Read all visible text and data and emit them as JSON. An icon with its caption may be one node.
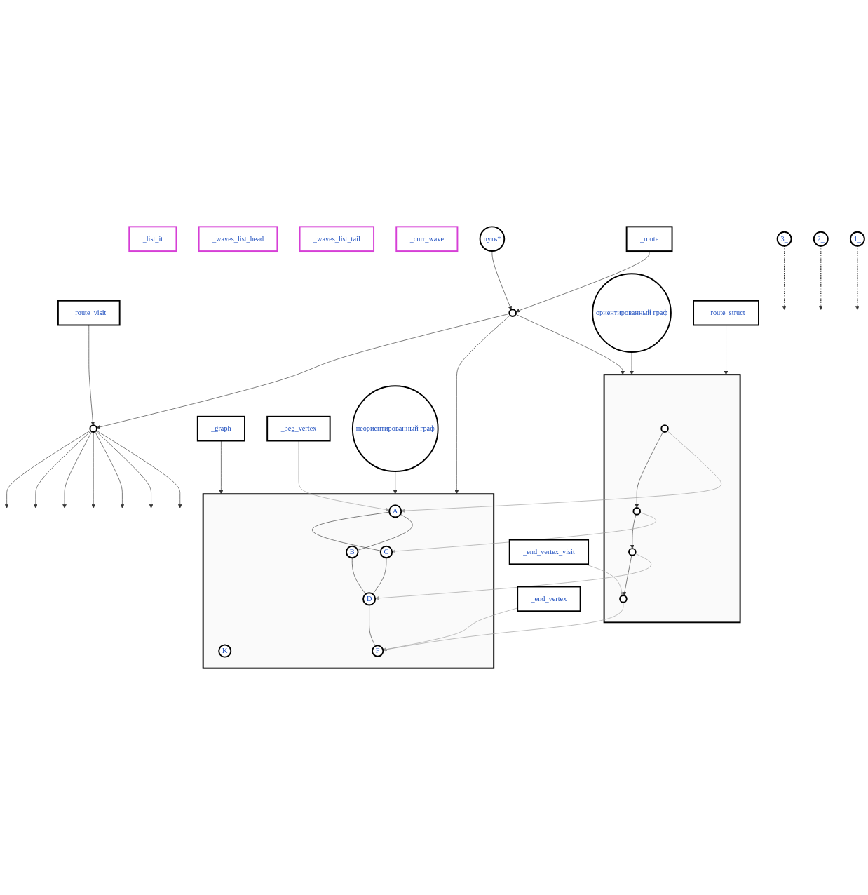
{
  "diagram": {
    "nodes": [
      {
        "text": [
          "_list_it"
        ]
      },
      {
        "text": [
          "_waves_list_head"
        ]
      },
      {
        "text": [
          "_waves_list_tail"
        ]
      },
      {
        "text": [
          "_curr_wave"
        ]
      },
      {
        "text": [],
        "shape": "box"
      },
      {
        "text": [
          "A"
        ],
        "in": 4
      },
      {
        "text": [
          "C"
        ],
        "in": 4
      },
      {
        "text": [
          "K"
        ],
        "in": 4
      },
      {
        "text": [
          "F"
        ],
        "in": 4
      },
      {
        "text": [
          "B"
        ],
        "in": 4
      },
      {
        "text": [
          "D"
        ],
        "in": 4
      },
      {
        "text": [
          "_graph"
        ]
      },
      {
        "text": [
          "_beg_vertex"
        ]
      },
      {
        "text": [
          "неориентированный граф"
        ]
      },
      {
        "text": [
          "_end_vertex"
        ]
      },
      {
        "text": [
          "2_"
        ]
      },
      {
        "text": [
          "_route_visit"
        ]
      },
      {
        "text": [],
        "shape": "circle"
      },
      {
        "text": [],
        "shape": "circle"
      },
      {
        "text": [
          "путь*"
        ]
      },
      {
        "text": [
          "3_"
        ]
      },
      {
        "text": [
          "_route"
        ]
      },
      {
        "text": [],
        "shape": "box"
      },
      {
        "text": [],
        "shape": "circle",
        "in": 22
      },
      {
        "text": [],
        "shape": "circle",
        "in": 22
      },
      {
        "text": [],
        "shape": "circle",
        "in": 22
      },
      {
        "text": [],
        "shape": "circle",
        "in": 22
      },
      {
        "text": [
          "ориентированный граф"
        ]
      },
      {
        "text": [
          "1_"
        ]
      },
      {
        "text": [
          "_route_struct"
        ]
      },
      {
        "text": [
          "_end_vertex_visit"
        ]
      }
    ],
    "edges": [
      {
        "from": 11,
        "to": 4,
        "arrow": "to"
      },
      {
        "from": 12,
        "to": 5,
        "arrow": "to",
        "color": "#999999"
      },
      {
        "from": 13,
        "to": 4,
        "arrow": "to"
      },
      {
        "from": 14,
        "to": 8,
        "arrow": "to",
        "color": "#999999"
      },
      {
        "from": 5,
        "to": 6,
        "arrow": "none"
      },
      {
        "from": 5,
        "to": 9,
        "arrow": "none"
      },
      {
        "from": 6,
        "to": 10,
        "arrow": "none"
      },
      {
        "from": 9,
        "to": 10,
        "arrow": "none"
      },
      {
        "from": 10,
        "to": 8,
        "arrow": "none"
      },
      {
        "from": 23,
        "to": 24,
        "arrow": "to"
      },
      {
        "from": 24,
        "to": 25,
        "arrow": "to"
      },
      {
        "from": 25,
        "to": 26,
        "arrow": "to"
      },
      {
        "from": 23,
        "to": 5,
        "arrow": "to",
        "color": "#999999"
      },
      {
        "from": 24,
        "to": 6,
        "arrow": "to",
        "color": "#999999"
      },
      {
        "from": 25,
        "to": 10,
        "arrow": "to",
        "color": "#999999"
      },
      {
        "from": 26,
        "to": 8,
        "arrow": "to",
        "color": "#999999"
      },
      {
        "from": 29,
        "to": 22,
        "arrow": "to"
      },
      {
        "from": 30,
        "to": 26,
        "arrow": "to",
        "color": "#999999"
      },
      {
        "from": 16,
        "to": 17,
        "arrow": "to"
      },
      {
        "from": 17,
        "to": null,
        "arrow": "to"
      },
      {
        "from": 17,
        "to": null,
        "arrow": "to"
      },
      {
        "from": 17,
        "to": null,
        "arrow": "to"
      },
      {
        "from": 17,
        "to": null,
        "arrow": "to"
      },
      {
        "from": 17,
        "to": null,
        "arrow": "to"
      },
      {
        "from": 17,
        "to": null,
        "arrow": "to"
      },
      {
        "from": 17,
        "to": null,
        "arrow": "to"
      },
      {
        "from": 18,
        "to": 17,
        "arrow": "to"
      },
      {
        "from": 20,
        "to": null,
        "arrow": "to",
        "style": "dashed"
      },
      {
        "from": 19,
        "to": 18,
        "arrow": "to"
      },
      {
        "from": 21,
        "to": 18,
        "arrow": "to"
      },
      {
        "from": 18,
        "to": 4,
        "arrow": "to"
      },
      {
        "from": 15,
        "to": null,
        "arrow": "to",
        "style": "dashed"
      },
      {
        "from": 18,
        "to": 22,
        "arrow": "to"
      },
      {
        "from": 28,
        "to": null,
        "arrow": "to",
        "style": "dashed"
      },
      {
        "from": 27,
        "to": 22,
        "arrow": "to"
      }
    ]
  }
}
